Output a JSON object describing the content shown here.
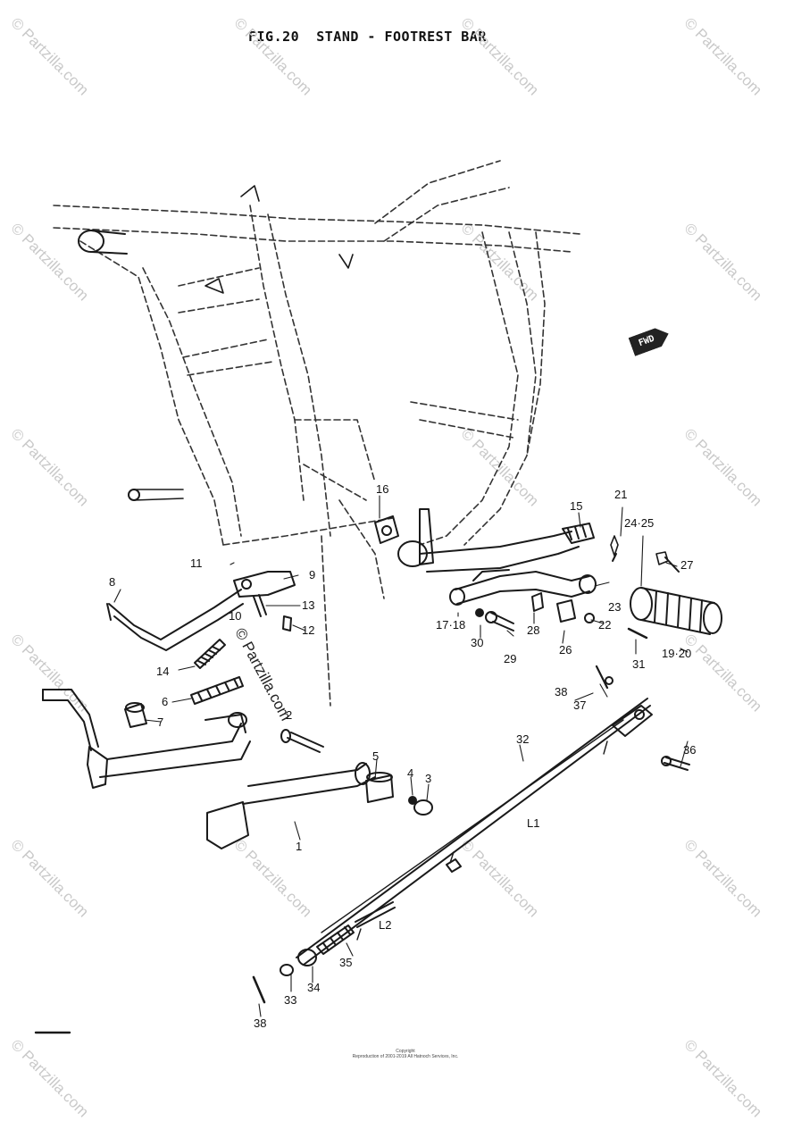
{
  "title": "FIG.20  STAND - FOOTREST BAR",
  "forward_badge": "FWD",
  "watermark": "© Partzilla.com",
  "footer": {
    "line1": "Copyright",
    "line2": "Reproduction of 2001-2019 All Hatnoch Services, Inc."
  },
  "part_numbers": [
    {
      "id": "p1",
      "label": "1"
    },
    {
      "id": "p2",
      "label": "2"
    },
    {
      "id": "p3",
      "label": "3"
    },
    {
      "id": "p4",
      "label": "4"
    },
    {
      "id": "p5",
      "label": "5"
    },
    {
      "id": "p6",
      "label": "6"
    },
    {
      "id": "p7",
      "label": "7"
    },
    {
      "id": "p8",
      "label": "8"
    },
    {
      "id": "p9",
      "label": "9"
    },
    {
      "id": "p10",
      "label": "10"
    },
    {
      "id": "p11",
      "label": "11"
    },
    {
      "id": "p12",
      "label": "12"
    },
    {
      "id": "p13",
      "label": "13"
    },
    {
      "id": "p14",
      "label": "14"
    },
    {
      "id": "p15",
      "label": "15"
    },
    {
      "id": "p16",
      "label": "16"
    },
    {
      "id": "p17",
      "label": "17·18"
    },
    {
      "id": "p19",
      "label": "19·20"
    },
    {
      "id": "p21",
      "label": "21"
    },
    {
      "id": "p22",
      "label": "22"
    },
    {
      "id": "p23",
      "label": "23"
    },
    {
      "id": "p24",
      "label": "24·25"
    },
    {
      "id": "p26",
      "label": "26"
    },
    {
      "id": "p27",
      "label": "27"
    },
    {
      "id": "p28",
      "label": "28"
    },
    {
      "id": "p29",
      "label": "29"
    },
    {
      "id": "p30",
      "label": "30"
    },
    {
      "id": "p31",
      "label": "31"
    },
    {
      "id": "p32",
      "label": "32"
    },
    {
      "id": "p33",
      "label": "33"
    },
    {
      "id": "p34",
      "label": "34"
    },
    {
      "id": "p35",
      "label": "35"
    },
    {
      "id": "p36",
      "label": "36"
    },
    {
      "id": "p37",
      "label": "37"
    },
    {
      "id": "p38a",
      "label": "38"
    },
    {
      "id": "p38b",
      "label": "38"
    },
    {
      "id": "pL1",
      "label": "L1"
    },
    {
      "id": "pL2",
      "label": "L2"
    }
  ]
}
